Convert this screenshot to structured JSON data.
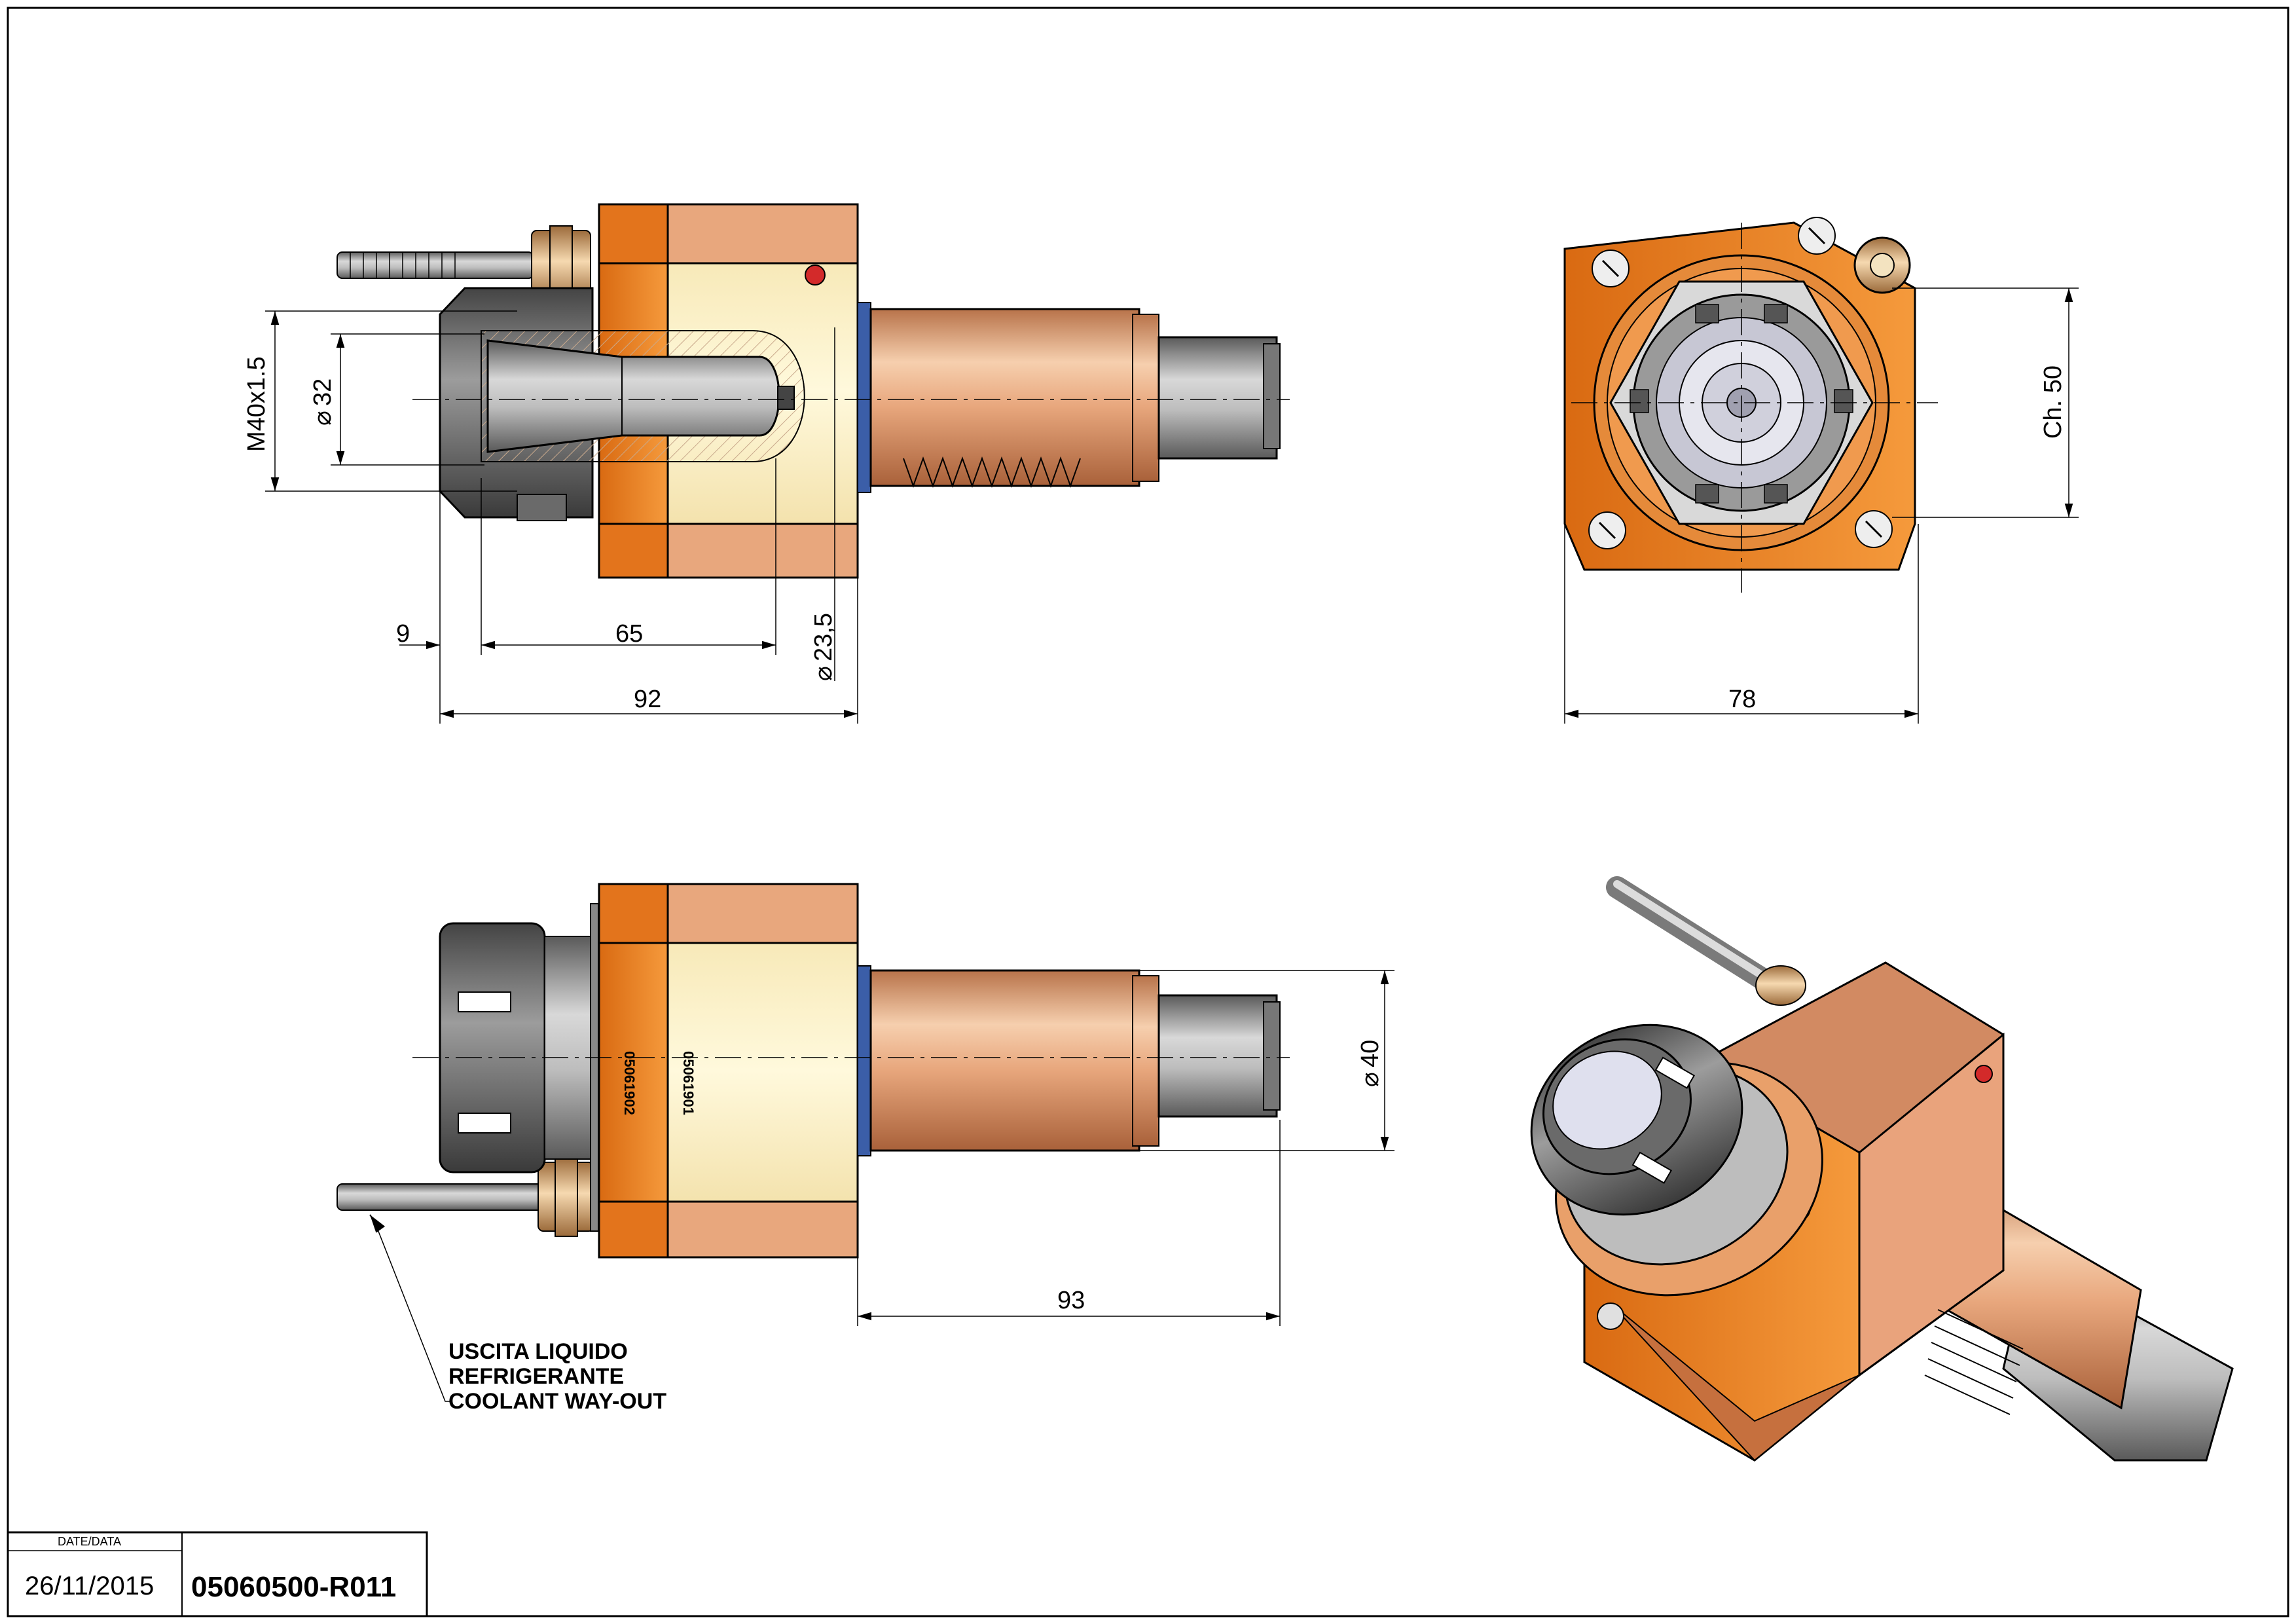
{
  "dimensions": {
    "thread": "M40x1.5",
    "dia_32": "32",
    "dia_23_5": "23,5",
    "offset_9": "9",
    "len_65": "65",
    "len_92": "92",
    "flat_ch50": "Ch. 50",
    "width_78": "78",
    "dia_40": "40",
    "len_93": "93"
  },
  "part_codes": [
    "05061902",
    "05061901"
  ],
  "coolant_note": [
    "USCITA LIQUIDO",
    "REFRIGERANTE",
    "COOLANT WAY-OUT"
  ],
  "title_block": {
    "date_label": "DATE/DATA",
    "date": "26/11/2015",
    "drawing_number": "05060500-R011"
  },
  "colors": {
    "orange": "#f08a25",
    "orange_dark": "#d9701a",
    "cream": "#fbf3c8",
    "copper": "#e6a67c",
    "steel": "#9a9a9a",
    "steel_dark": "#555555",
    "blue_seal": "#3b5ea8",
    "brass": "#e8c486"
  }
}
